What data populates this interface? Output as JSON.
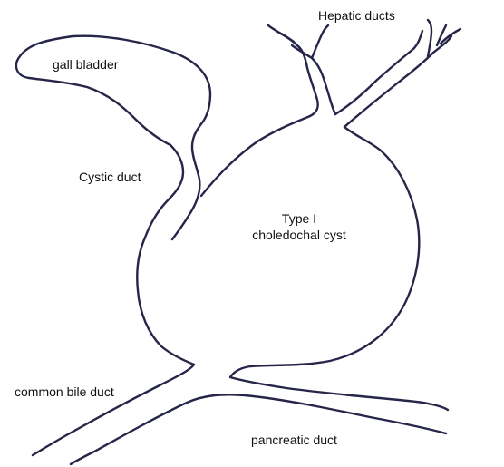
{
  "labels": {
    "hepatic_ducts": "Hepatic ducts",
    "gall_bladder": "gall bladder",
    "cystic_duct": "Cystic duct",
    "cyst_line1": "Type I",
    "cyst_line2": "choledochal cyst",
    "common_bile_duct": "common bile duct",
    "pancreatic_duct": "pancreatic duct"
  },
  "colors": {
    "outline": "#26264a",
    "text": "#111111",
    "background": "#ffffff"
  }
}
